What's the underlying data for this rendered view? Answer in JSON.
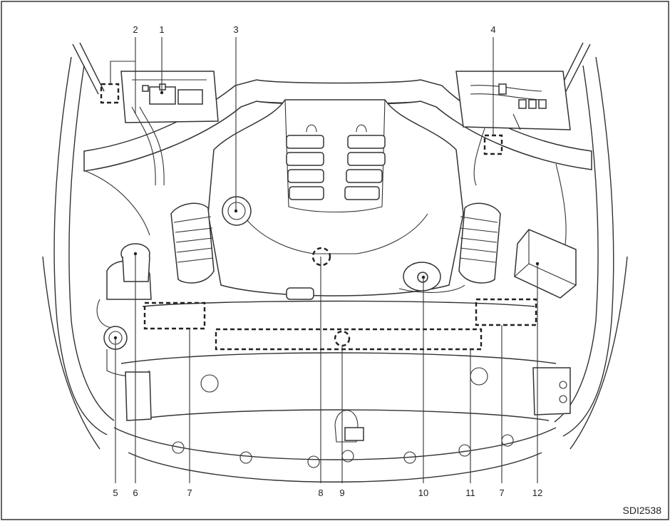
{
  "figure": {
    "code": "SDI2538",
    "callouts": [
      {
        "id": "c1",
        "text": "1"
      },
      {
        "id": "c2",
        "text": "2"
      },
      {
        "id": "c3",
        "text": "3"
      },
      {
        "id": "c4",
        "text": "4"
      },
      {
        "id": "c5",
        "text": "5"
      },
      {
        "id": "c6",
        "text": "6"
      },
      {
        "id": "c7a",
        "text": "7"
      },
      {
        "id": "c8",
        "text": "8"
      },
      {
        "id": "c9",
        "text": "9"
      },
      {
        "id": "c10",
        "text": "10"
      },
      {
        "id": "c11",
        "text": "11"
      },
      {
        "id": "c7b",
        "text": "7"
      },
      {
        "id": "c12",
        "text": "12"
      }
    ]
  }
}
